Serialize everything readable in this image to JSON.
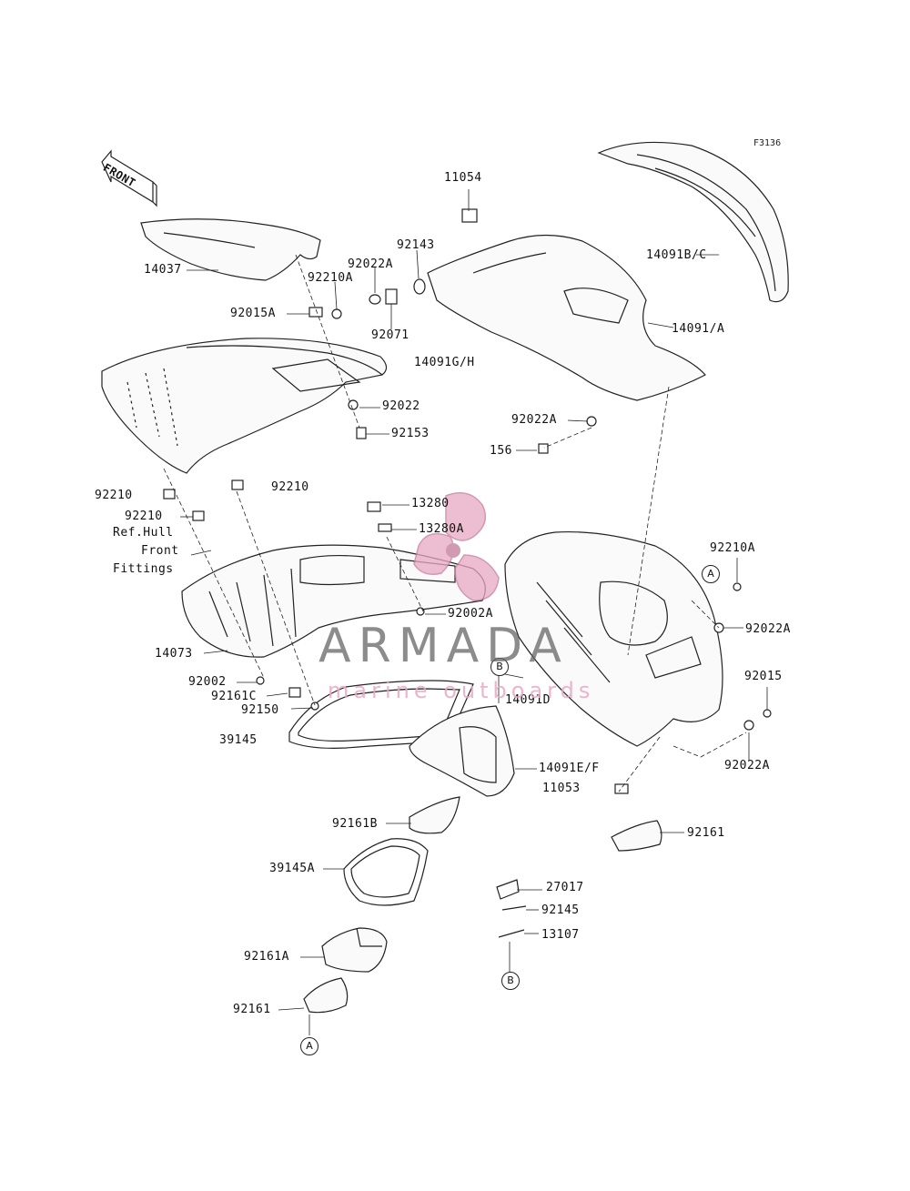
{
  "figure_code": "F3136",
  "front_label": "FRONT",
  "labels": {
    "l11054": "11054",
    "l14037": "14037",
    "l92143": "92143",
    "l92022A_top": "92022A",
    "l92210A_top": "92210A",
    "l92015A": "92015A",
    "l92071": "92071",
    "l14091BC": "14091B/C",
    "l14091A": "14091/A",
    "l14091GH": "14091G/H",
    "l92022": "92022",
    "l92153": "92153",
    "l92022A_mid": "92022A",
    "l156": "156",
    "l92210_left": "92210",
    "l92210_center": "92210",
    "l92210_b": "92210",
    "ref_hull_1": "Ref.Hull",
    "ref_hull_2": "Front",
    "ref_hull_3": "Fittings",
    "l13280": "13280",
    "l13280A": "13280A",
    "l92002A": "92002A",
    "l92210A_right": "92210A",
    "l92022A_right": "92022A",
    "l92015": "92015",
    "l92022A_right2": "92022A",
    "l14073": "14073",
    "l92002": "92002",
    "l92161C": "92161C",
    "l92150": "92150",
    "l39145": "39145",
    "l14091D": "14091D",
    "l14091EF": "14091E/F",
    "l11053": "11053",
    "l92161B": "92161B",
    "l92161_right": "92161",
    "l39145A": "39145A",
    "l27017": "27017",
    "l92145": "92145",
    "l13107": "13107",
    "l92161A": "92161A",
    "l92161_bottom": "92161"
  },
  "refs": {
    "A": "A",
    "B": "B"
  },
  "watermark": {
    "brand": "ARMADA",
    "tagline": "marine outboards",
    "color": "#e8a9c2"
  }
}
